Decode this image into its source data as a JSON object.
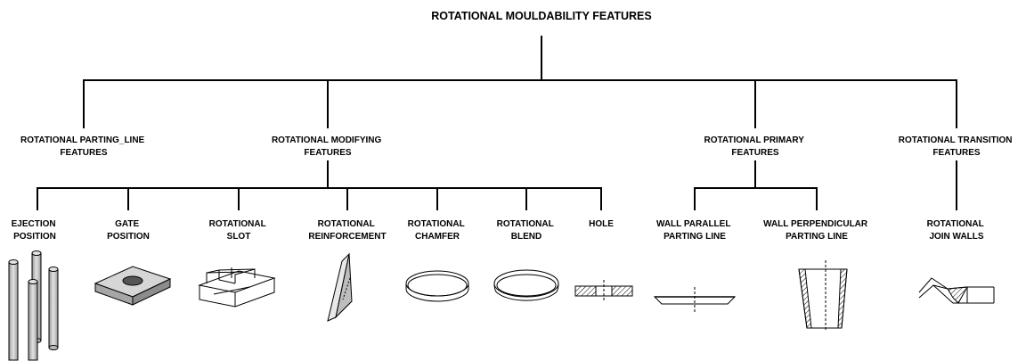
{
  "title": "ROTATIONAL MOULDABILITY FEATURES",
  "categories": [
    {
      "id": "parting_line",
      "lines": [
        "ROTATIONAL PARTING_LINE",
        "FEATURES"
      ]
    },
    {
      "id": "modifying",
      "lines": [
        "ROTATIONAL MODIFYING",
        "FEATURES"
      ]
    },
    {
      "id": "primary",
      "lines": [
        "ROTATIONAL PRIMARY",
        "FEATURES"
      ]
    },
    {
      "id": "transition",
      "lines": [
        "ROTATIONAL TRANSITION",
        "FEATURES"
      ]
    }
  ],
  "leaves": [
    {
      "id": "ejection",
      "parent": "modifying",
      "lines": [
        "EJECTION",
        "POSITION"
      ],
      "icon": "cylinders-icon"
    },
    {
      "id": "gate",
      "parent": "modifying",
      "lines": [
        "GATE",
        "POSITION"
      ],
      "icon": "gate-plate-icon"
    },
    {
      "id": "slot",
      "parent": "modifying",
      "lines": [
        "ROTATIONAL",
        "SLOT"
      ],
      "icon": "slot-block-icon"
    },
    {
      "id": "reinforcement",
      "parent": "modifying",
      "lines": [
        "ROTATIONAL",
        "REINFORCEMENT"
      ],
      "icon": "rib-icon"
    },
    {
      "id": "chamfer",
      "parent": "modifying",
      "lines": [
        "ROTATIONAL",
        "CHAMFER"
      ],
      "icon": "chamfer-ring-icon"
    },
    {
      "id": "blend",
      "parent": "modifying",
      "lines": [
        "ROTATIONAL",
        "BLEND"
      ],
      "icon": "blend-ring-icon"
    },
    {
      "id": "hole",
      "parent": "modifying",
      "lines": [
        "HOLE"
      ],
      "icon": "hole-section-icon"
    },
    {
      "id": "wall_parallel",
      "parent": "primary",
      "lines": [
        "WALL PARALLEL",
        "PARTING LINE"
      ],
      "icon": "tray-section-icon"
    },
    {
      "id": "wall_perpendicular",
      "parent": "primary",
      "lines": [
        "WALL PERPENDICULAR",
        "PARTING LINE"
      ],
      "icon": "cup-section-icon"
    },
    {
      "id": "join_walls",
      "parent": "transition",
      "lines": [
        "ROTATIONAL",
        "JOIN WALLS"
      ],
      "icon": "joined-walls-icon"
    }
  ]
}
